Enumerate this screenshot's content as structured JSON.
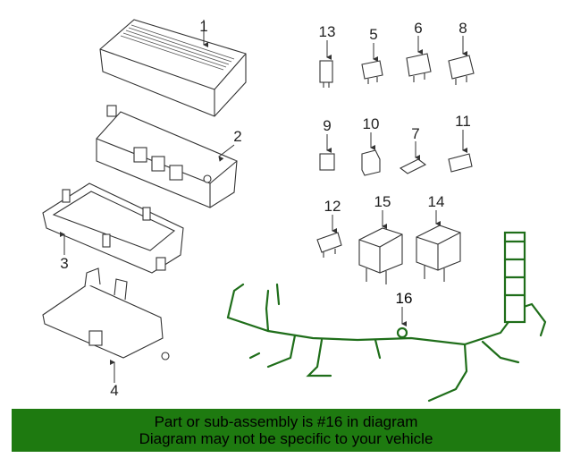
{
  "callouts": {
    "c1": "1",
    "c2": "2",
    "c3": "3",
    "c4": "4",
    "c5": "5",
    "c6": "6",
    "c7": "7",
    "c8": "8",
    "c9": "9",
    "c10": "10",
    "c11": "11",
    "c12": "12",
    "c13": "13",
    "c14": "14",
    "c15": "15",
    "c16": "16"
  },
  "banner": {
    "line1": "Part or sub-assembly is #16 in diagram",
    "line2": "Diagram may not be specific to your vehicle"
  },
  "colors": {
    "banner_bg": "#1e7a10",
    "harness": "#1f6e1a",
    "outline": "#333333"
  }
}
